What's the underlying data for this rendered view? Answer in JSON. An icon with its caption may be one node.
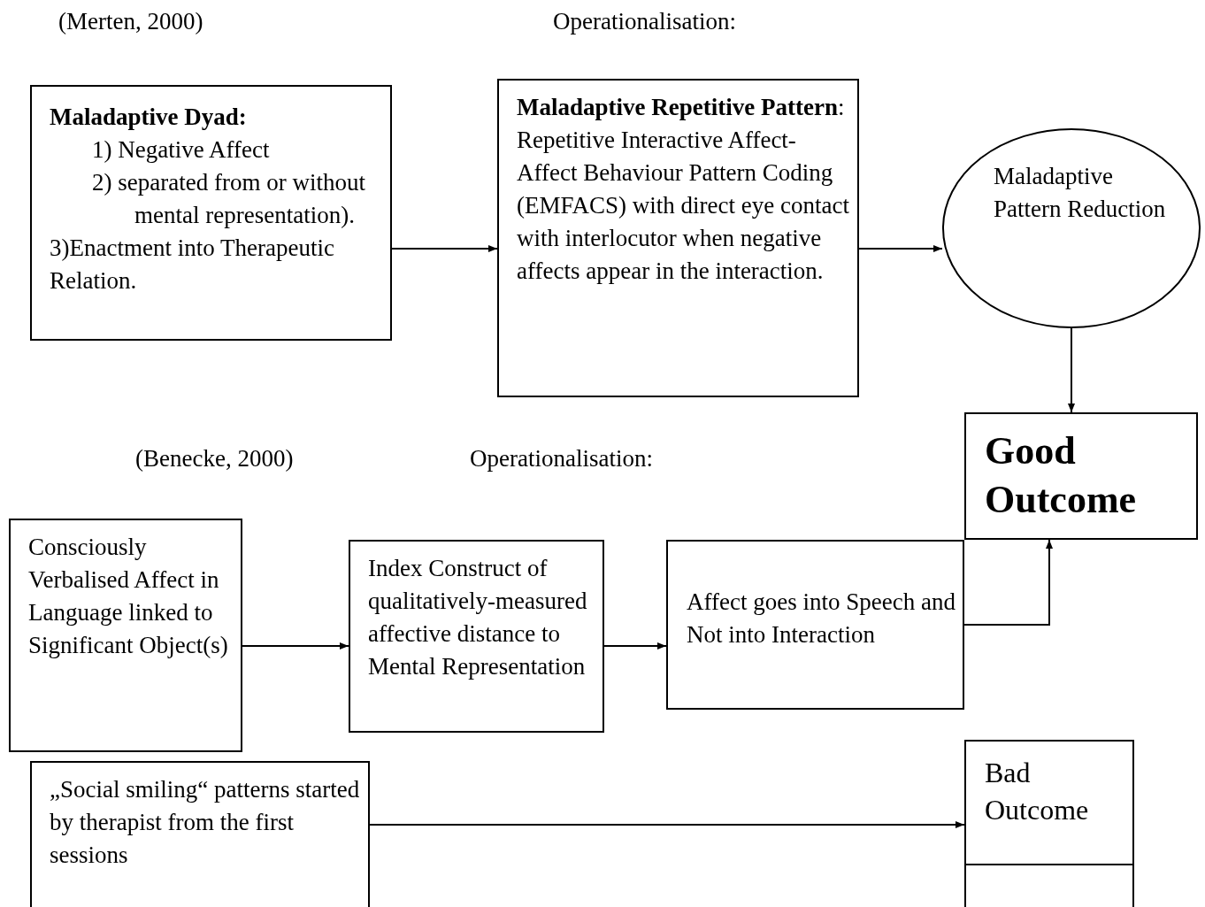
{
  "diagram": {
    "nodes": [
      {
        "text": [
          "Maladaptive Dyad:",
          "1) Negative Affect",
          "2) separated from or without mental representation).",
          "3)Enactment into Therapeutic Relation."
        ]
      },
      {
        "text": [
          "**Maladaptive Repetitive Pattern**:",
          "Repetitive Interactive Affect-Affect Behaviour Pattern Coding (EMFACS) with direct eye contact with interlocutor when negative affects appear in the interaction."
        ]
      },
      {
        "text": [
          "Maladaptive Pattern Reduction"
        ]
      },
      {
        "text": [
          "Good Outcome"
        ]
      },
      {
        "text": [
          "Consciously Verbalised Affect in Language linked to Significant Object(s)"
        ]
      },
      {
        "text": [
          "Index Construct of qualitatively-measured affective distance to Mental Representation"
        ]
      },
      {
        "text": [
          "Affect goes into Speech and Not into Interaction"
        ]
      },
      {
        "text": [
          "„Social smiling“ patterns started by therapist from the first sessions"
        ]
      },
      {
        "text": [
          "Bad Outcome"
        ]
      }
    ],
    "edges": [
      {
        "from": 0,
        "to": 1,
        "arrow": "to"
      },
      {
        "from": 1,
        "to": 2,
        "arrow": "to"
      },
      {
        "from": 2,
        "to": 3,
        "arrow": "to"
      },
      {
        "from": 4,
        "to": 5,
        "arrow": "to"
      },
      {
        "from": 5,
        "to": 6,
        "arrow": "to"
      },
      {
        "from": 6,
        "to": 3,
        "arrow": "to"
      },
      {
        "from": 7,
        "to": 8,
        "arrow": "to"
      }
    ],
    "labels": [
      "(Merten, 2000)",
      "Operationalisation:",
      "(Benecke, 2000)",
      "Operationalisation:"
    ]
  }
}
